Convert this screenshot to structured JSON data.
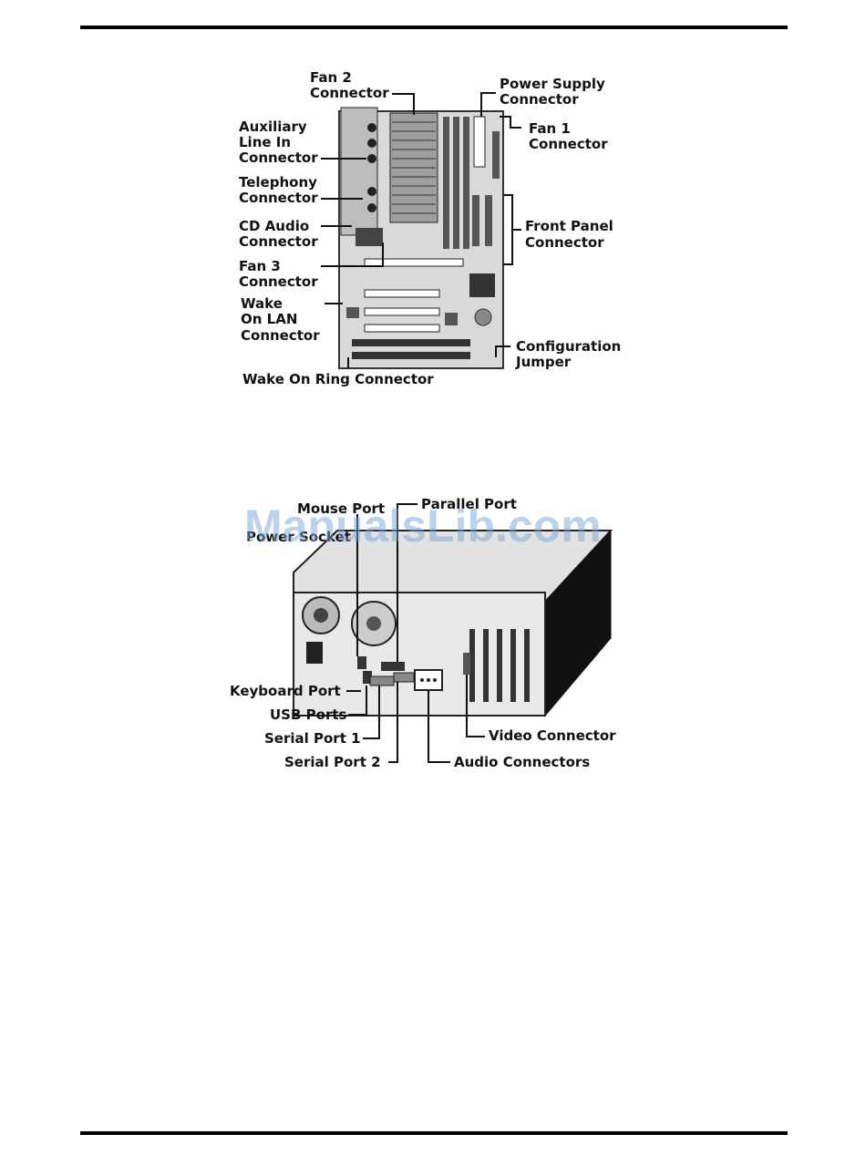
{
  "motherboard_figure": {
    "labels": {
      "fan2": [
        "Fan 2",
        "Connector"
      ],
      "aux_line_in": [
        "Auxiliary",
        "Line In",
        "Connector"
      ],
      "telephony": [
        "Telephony",
        "Connector"
      ],
      "cd_audio": [
        "CD Audio",
        "Connector"
      ],
      "fan3": [
        "Fan 3",
        "Connector"
      ],
      "wake_on_lan": [
        "Wake",
        "On LAN",
        "Connector"
      ],
      "wake_on_ring": [
        "Wake On Ring Connector"
      ],
      "power_supply": [
        "Power Supply",
        "Connector"
      ],
      "fan1": [
        "Fan 1",
        "Connector"
      ],
      "front_panel": [
        "Front Panel",
        "Connector"
      ],
      "config_jumper": [
        "Configuration",
        "Jumper"
      ]
    }
  },
  "rear_panel_figure": {
    "labels": {
      "mouse_port": "Mouse Port",
      "parallel_port": "Parallel Port",
      "partial_label": "Power Socket",
      "keyboard_port": "Keyboard Port",
      "usb_ports": "USB Ports",
      "serial_port_1": "Serial Port 1",
      "serial_port_2": "Serial Port 2",
      "video_connector": "Video Connector",
      "audio_connectors": "Audio Connectors"
    }
  },
  "watermark": "ManualsLib.com"
}
